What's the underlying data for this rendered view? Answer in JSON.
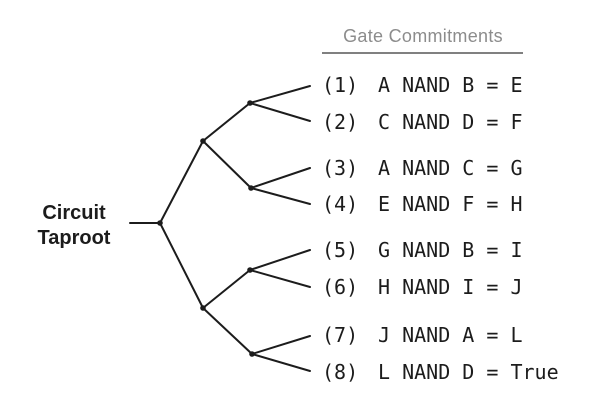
{
  "header": {
    "title": "Gate Commitments"
  },
  "root_label": {
    "line1": "Circuit",
    "line2": "Taproot"
  },
  "leaves": [
    {
      "num": "(1)",
      "expr": "A NAND B = E"
    },
    {
      "num": "(2)",
      "expr": "C NAND D = F"
    },
    {
      "num": "(3)",
      "expr": "A NAND C = G"
    },
    {
      "num": "(4)",
      "expr": "E NAND F = H"
    },
    {
      "num": "(5)",
      "expr": "G NAND B = I"
    },
    {
      "num": "(6)",
      "expr": "H NAND I = J"
    },
    {
      "num": "(7)",
      "expr": "J NAND A = L"
    },
    {
      "num": "(8)",
      "expr": "L NAND D = True"
    }
  ],
  "colors": {
    "line": "#1c1c1c",
    "text": "#1c1c1c",
    "header_text": "#8c8c8c",
    "header_rule": "#808080",
    "background": "#ffffff"
  }
}
